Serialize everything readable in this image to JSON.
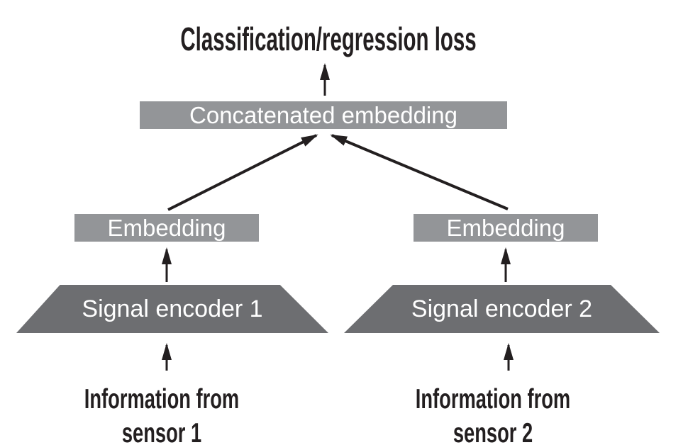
{
  "diagram": {
    "loss_label": "Classification/regression loss",
    "concat_label": "Concatenated embedding",
    "embedding1_label": "Embedding",
    "embedding2_label": "Embedding",
    "encoder1_label": "Signal encoder 1",
    "encoder2_label": "Signal encoder 2",
    "sensor1_line1": "Information from",
    "sensor1_line2": "sensor 1",
    "sensor2_line1": "Information from",
    "sensor2_line2": "sensor 2",
    "edges": [
      {
        "from": "concatenated-embedding",
        "to": "classification-regression-loss"
      },
      {
        "from": "embedding-1",
        "to": "concatenated-embedding"
      },
      {
        "from": "embedding-2",
        "to": "concatenated-embedding"
      },
      {
        "from": "signal-encoder-1",
        "to": "embedding-1"
      },
      {
        "from": "signal-encoder-2",
        "to": "embedding-2"
      },
      {
        "from": "information-from-sensor-1",
        "to": "signal-encoder-1"
      },
      {
        "from": "information-from-sensor-2",
        "to": "signal-encoder-2"
      }
    ],
    "colors": {
      "embedding_box_gray": "#939598",
      "encoder_gray": "#6d6e71",
      "text_black": "#231f20",
      "box_text_white": "#ffffff",
      "background": "#ffffff"
    }
  }
}
